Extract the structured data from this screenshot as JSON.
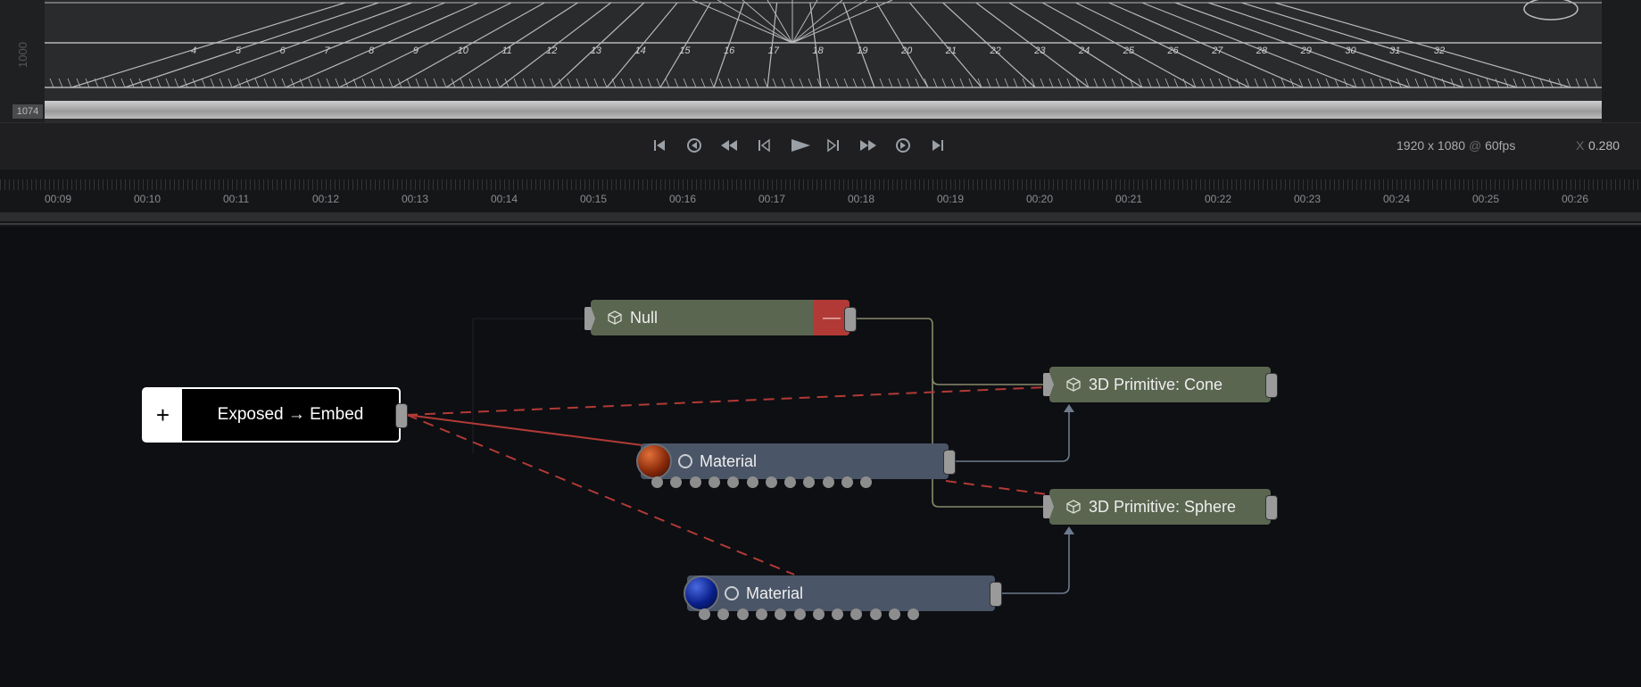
{
  "viewport": {
    "ruler_numbers": [
      "4",
      "5",
      "6",
      "7",
      "8",
      "9",
      "10",
      "11",
      "12",
      "13",
      "14",
      "15",
      "16",
      "17",
      "18",
      "19",
      "20",
      "21",
      "22",
      "23",
      "24",
      "25",
      "26",
      "27",
      "28",
      "29",
      "30",
      "31",
      "32"
    ],
    "left_ruler_value": "1000",
    "coord_badge": "1074"
  },
  "transport": {
    "buttons": [
      "skip-to-start",
      "step-loop-back",
      "rewind",
      "step-back",
      "play",
      "step-forward",
      "fast-forward",
      "loop",
      "skip-to-end"
    ],
    "resolution": "1920 x 1080",
    "at": "@",
    "fps": "60fps",
    "x_label": "X",
    "x_value": "0.280"
  },
  "timeline": {
    "labels": [
      "00:09",
      "00:10",
      "00:11",
      "00:12",
      "00:13",
      "00:14",
      "00:15",
      "00:16",
      "00:17",
      "00:18",
      "00:19",
      "00:20",
      "00:21",
      "00:22",
      "00:23",
      "00:24",
      "00:25",
      "00:26"
    ]
  },
  "nodes": {
    "embed": {
      "plus": "+",
      "label": "Exposed → Embed"
    },
    "null": {
      "label": "Null",
      "minus": "—"
    },
    "cone": {
      "label": "3D Primitive: Cone"
    },
    "sphere": {
      "label": "3D Primitive: Sphere"
    },
    "material_red": {
      "label": "Material"
    },
    "material_blue": {
      "label": "Material"
    }
  },
  "colors": {
    "node_green": "#5a6650",
    "node_slate": "#4a5567",
    "link_red": "#b23a36",
    "link_olive": "#8a8a6a",
    "link_slate": "#6e7a8d"
  }
}
